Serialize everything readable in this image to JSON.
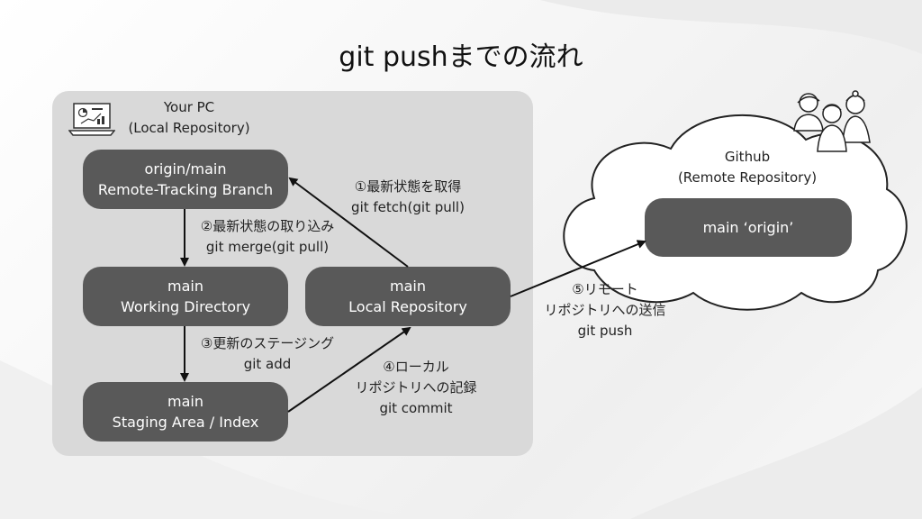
{
  "title": "git pushまでの流れ",
  "pc": {
    "line1": "Your PC",
    "line2": "(Local Repository)"
  },
  "github": {
    "line1": "Github",
    "line2": "(Remote Repository)"
  },
  "nodes": {
    "origin_main": {
      "line1": "origin/main",
      "line2": "Remote-Tracking Branch"
    },
    "working": {
      "line1": "main",
      "line2": "Working Directory"
    },
    "staging": {
      "line1": "main",
      "line2": "Staging Area / Index"
    },
    "local": {
      "line1": "main",
      "line2": "Local Repository"
    },
    "remote": {
      "line1": "main ‘origin’"
    }
  },
  "steps": {
    "s1": {
      "line1": "①最新状態を取得",
      "line2": "git fetch(git pull)"
    },
    "s2": {
      "line1": "②最新状態の取り込み",
      "line2": "git merge(git pull)"
    },
    "s3": {
      "line1": "③更新のステージング",
      "line2": "git add"
    },
    "s4": {
      "line1": "④ローカル",
      "line2": "リポジトリへの記録",
      "line3": "git commit"
    },
    "s5": {
      "line1": "⑤リモート",
      "line2": "リポジトリへの送信",
      "line3": "git push"
    }
  },
  "icons": [
    "laptop-chart-icon",
    "people-icon",
    "cloud-icon"
  ],
  "colors": {
    "node": "#595959",
    "panel": "#d9d9d9",
    "arrow": "#111111"
  }
}
